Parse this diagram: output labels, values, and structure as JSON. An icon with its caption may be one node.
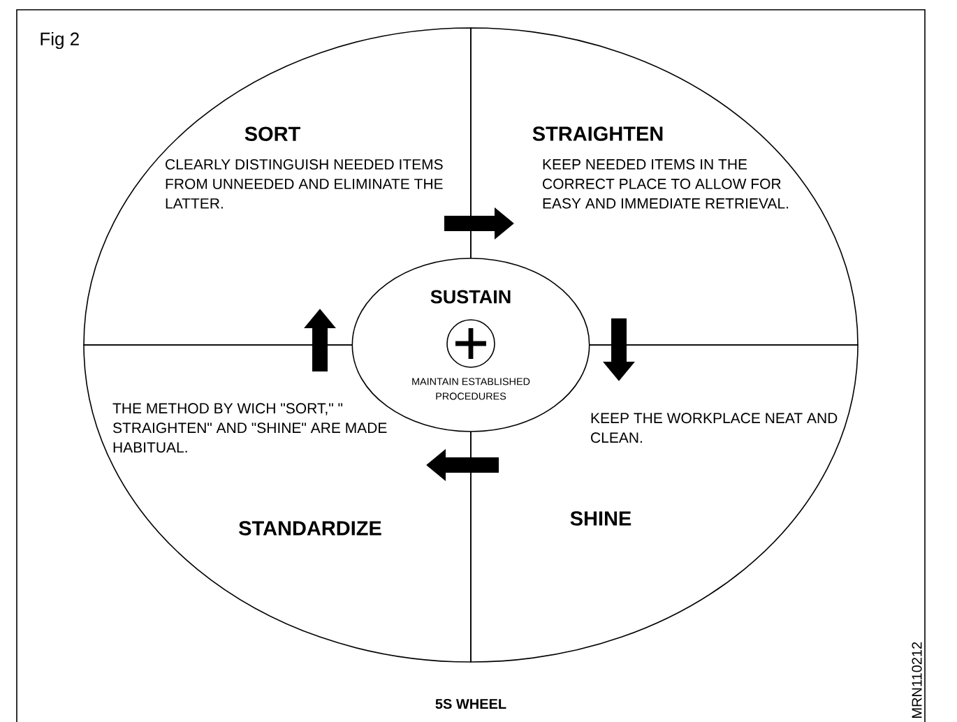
{
  "diagram": {
    "title": "Fig 2",
    "caption": "5S WHEEL",
    "nodes": [
      {
        "text": [
          "SORT",
          "CLEARLY DISTINGUISH NEEDED ITEMS FROM UNNEEDED AND ELIMINATE THE LATTER."
        ]
      },
      {
        "text": [
          "STRAIGHTEN",
          "KEEP NEEDED ITEMS IN THE CORRECT PLACE TO ALLOW FOR EASY AND IMMEDIATE RETRIEVAL."
        ]
      },
      {
        "text": [
          "SUSTAIN",
          "MAINTAIN ESTABLISHED PROCEDURES"
        ]
      },
      {
        "text": [
          "THE METHOD BY WICH \"SORT,\" \" STRAIGHTEN\" AND \"SHINE\" ARE MADE HABITUAL.",
          "STANDARDIZE"
        ]
      },
      {
        "text": [
          "KEEP THE WORKPLACE NEAT AND CLEAN.",
          "SHINE"
        ]
      }
    ],
    "edges": [
      {
        "from": 0,
        "to": 1,
        "arrow": "to"
      },
      {
        "from": 1,
        "to": 4,
        "arrow": "to"
      },
      {
        "from": 4,
        "to": 3,
        "arrow": "to"
      },
      {
        "from": 3,
        "to": 0,
        "arrow": "to"
      }
    ],
    "labels": [
      "MRN110212"
    ]
  }
}
